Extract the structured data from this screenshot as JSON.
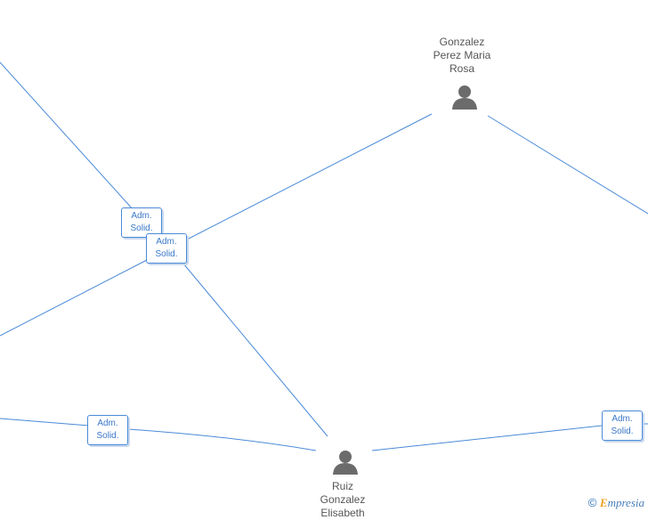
{
  "persons": [
    {
      "id": "gonzalez",
      "name": "Gonzalez\nPerez Maria\nRosa"
    },
    {
      "id": "ruiz",
      "name": "Ruiz\nGonzalez\nElisabeth"
    }
  ],
  "roles": [
    {
      "id": "r1",
      "label": "Adm.\nSolid."
    },
    {
      "id": "r2",
      "label": "Adm.\nSolid."
    },
    {
      "id": "r3",
      "label": "Adm.\nSolid."
    },
    {
      "id": "r4",
      "label": "Adm.\nSolid."
    }
  ],
  "footer": {
    "symbol": "©",
    "brand_initial": "E",
    "brand_rest": "mpresia"
  },
  "colors": {
    "edge": "#4a8ad8",
    "icon": "#6b6b6b",
    "label": "#555555"
  }
}
